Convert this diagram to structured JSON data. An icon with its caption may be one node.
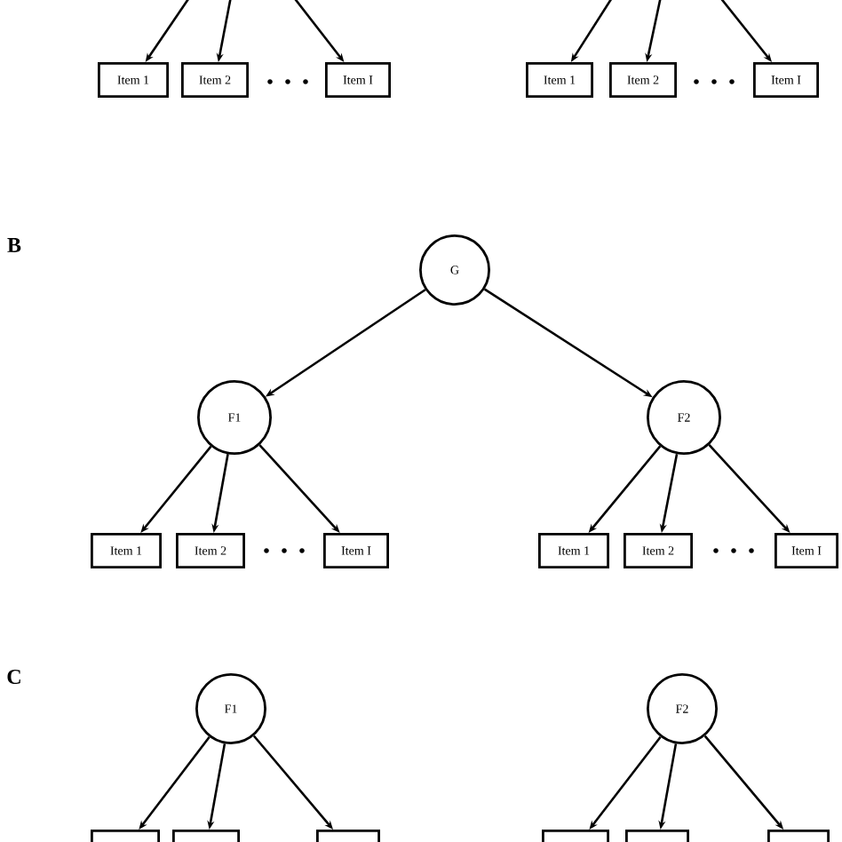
{
  "diagram": {
    "nodes": [
      {
        "text": [
          "Item 1"
        ]
      },
      {
        "text": [
          "Item 2"
        ]
      },
      {
        "text": [
          "Item I"
        ]
      },
      {
        "text": [
          "Item 1"
        ]
      },
      {
        "text": [
          "Item 2"
        ]
      },
      {
        "text": [
          "Item I"
        ]
      },
      {
        "text": [
          "G"
        ]
      },
      {
        "text": [
          "F1"
        ]
      },
      {
        "text": [
          "F2"
        ]
      },
      {
        "text": [
          "Item 1"
        ]
      },
      {
        "text": [
          "Item 2"
        ]
      },
      {
        "text": [
          "Item I"
        ]
      },
      {
        "text": [
          "Item 1"
        ]
      },
      {
        "text": [
          "Item 2"
        ]
      },
      {
        "text": [
          "Item I"
        ]
      },
      {
        "text": [
          "F1"
        ]
      },
      {
        "text": [
          "F2"
        ]
      },
      {
        "text": [],
        "shape": "box"
      },
      {
        "text": [],
        "shape": "box"
      },
      {
        "text": [],
        "shape": "box"
      },
      {
        "text": [],
        "shape": "box"
      },
      {
        "text": [],
        "shape": "box"
      },
      {
        "text": [],
        "shape": "box"
      }
    ],
    "edges": [
      {
        "from": null,
        "to": 0,
        "arrow": "to"
      },
      {
        "from": null,
        "to": 1,
        "arrow": "to"
      },
      {
        "from": null,
        "to": 2,
        "arrow": "to"
      },
      {
        "from": null,
        "to": 3,
        "arrow": "to"
      },
      {
        "from": null,
        "to": 4,
        "arrow": "to"
      },
      {
        "from": null,
        "to": 5,
        "arrow": "to"
      },
      {
        "from": 6,
        "to": 7,
        "arrow": "to"
      },
      {
        "from": 6,
        "to": 8,
        "arrow": "to"
      },
      {
        "from": 7,
        "to": 9,
        "arrow": "to"
      },
      {
        "from": 7,
        "to": 10,
        "arrow": "to"
      },
      {
        "from": 7,
        "to": 11,
        "arrow": "to"
      },
      {
        "from": 8,
        "to": 12,
        "arrow": "to"
      },
      {
        "from": 8,
        "to": 13,
        "arrow": "to"
      },
      {
        "from": 8,
        "to": 14,
        "arrow": "to"
      },
      {
        "from": 15,
        "to": 17,
        "arrow": "to"
      },
      {
        "from": 15,
        "to": 18,
        "arrow": "to"
      },
      {
        "from": 15,
        "to": 19,
        "arrow": "to"
      },
      {
        "from": 16,
        "to": 20,
        "arrow": "to"
      },
      {
        "from": 16,
        "to": 21,
        "arrow": "to"
      },
      {
        "from": 16,
        "to": 22,
        "arrow": "to"
      }
    ],
    "labels": [
      "B",
      "C"
    ]
  }
}
